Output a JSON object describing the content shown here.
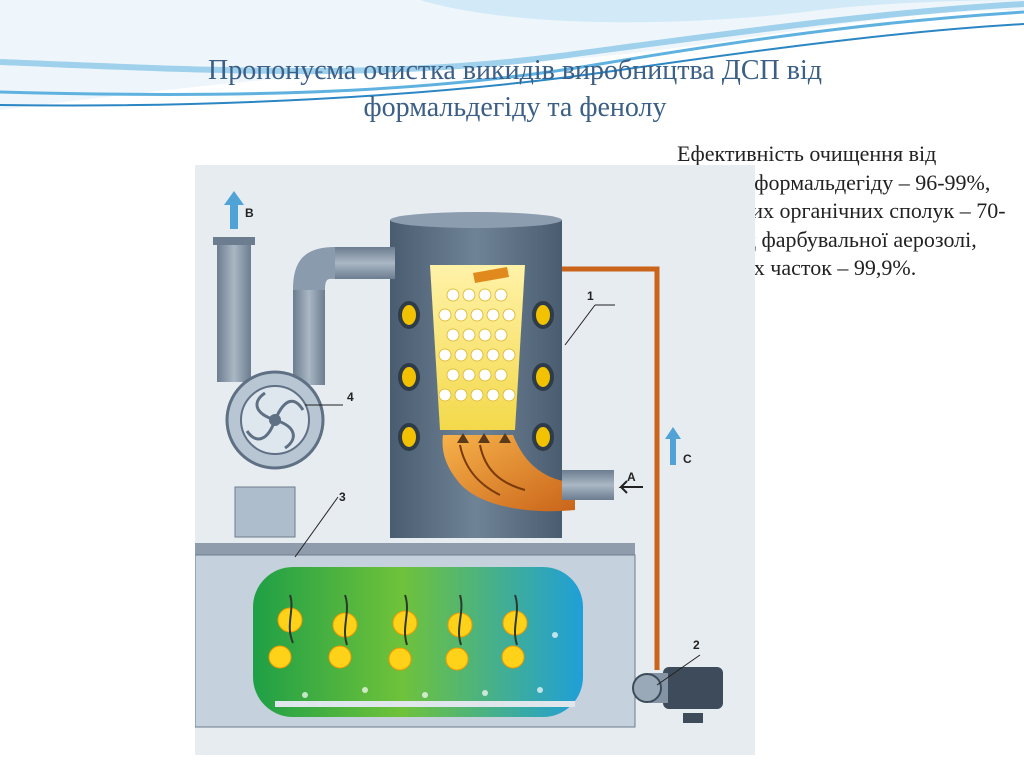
{
  "slide": {
    "title_lines": [
      "Пропонуєма очистка викидів виробництва ДСП від",
      "формальдегіду та фенолу"
    ],
    "description": "Ефективність очищення від фенолу, формальдегіду – 96-99%, від летких органічних сполук – 70-96%, від фарбувальної аерозолі, зважених часток – 99,9%."
  },
  "diagram": {
    "labels": {
      "stream_b": "B",
      "stream_a": "A",
      "stream_c": "C",
      "part_1": "1",
      "part_2": "2",
      "part_3": "3",
      "part_4": "4"
    }
  },
  "colors": {
    "title": "#3c5f86",
    "apparatus_body": "#5c6f83",
    "pipe": "#7d8ea1",
    "flame": "#e08a1e",
    "bed": "#f3d94a",
    "water_green": "#3fae3b",
    "water_blue": "#1f9fd8",
    "arrow": "#4fa3d6",
    "recirculation_pipe": "#c9641a"
  }
}
